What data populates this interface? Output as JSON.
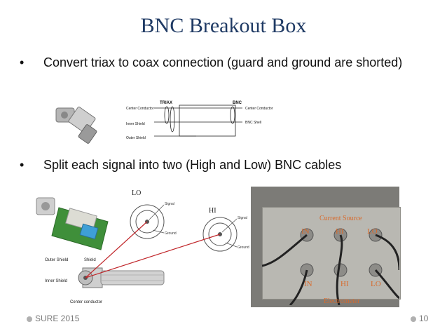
{
  "slide": {
    "title": "BNC Breakout Box",
    "bullets": [
      {
        "marker": "•",
        "text": "Convert triax to coax connection (guard and ground are shorted)"
      },
      {
        "marker": "•",
        "text": "Split each signal into two (High and Low) BNC cables"
      }
    ],
    "footer_left": "SURE 2015",
    "page_number": "10"
  },
  "triax_diagram": {
    "header_triax": "TRIAX",
    "header_bnc": "BNC",
    "left_labels": [
      "Center Conductor",
      "Inner Shield",
      "Outer Shield"
    ],
    "right_labels": [
      "Center Conductor",
      "BNC Shell"
    ]
  },
  "connector_diagrams": {
    "lo_label": "LO",
    "hi_label": "HI",
    "signal_label": "Signal",
    "ground_label": "Ground",
    "cutaway_labels": [
      "Outer Shield",
      "Shield",
      "Inner Shield",
      "Center conductor"
    ]
  },
  "photo": {
    "current_source_label": "Current Source",
    "top_row": [
      "IN",
      "HI",
      "LO"
    ],
    "bottom_row": [
      "IN",
      "HI",
      "LO"
    ],
    "electrometer_label": "Electrometer"
  },
  "colors": {
    "title": "#1f3a64",
    "accent_line": "#c0262a",
    "photo_label": "#d86a2c"
  }
}
